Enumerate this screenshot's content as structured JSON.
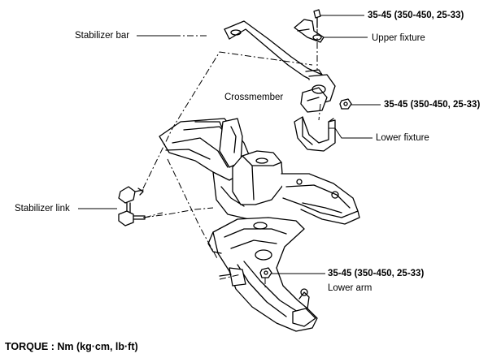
{
  "labels": {
    "stabilizer_bar": "Stabilizer bar",
    "crossmember": "Crossmember",
    "stabilizer_link": "Stabilizer link",
    "upper_fixture": "Upper fixture",
    "lower_fixture": "Lower fixture",
    "lower_arm": "Lower arm"
  },
  "torques": {
    "upper_fixture_bolt": "35-45 (350-450, 25-33)",
    "crossmember_nut": "35-45 (350-450, 25-33)",
    "lower_arm_nut": "35-45 (350-450, 25-33)"
  },
  "torque_note": "TORQUE : Nm (kg·cm, lb·ft)"
}
